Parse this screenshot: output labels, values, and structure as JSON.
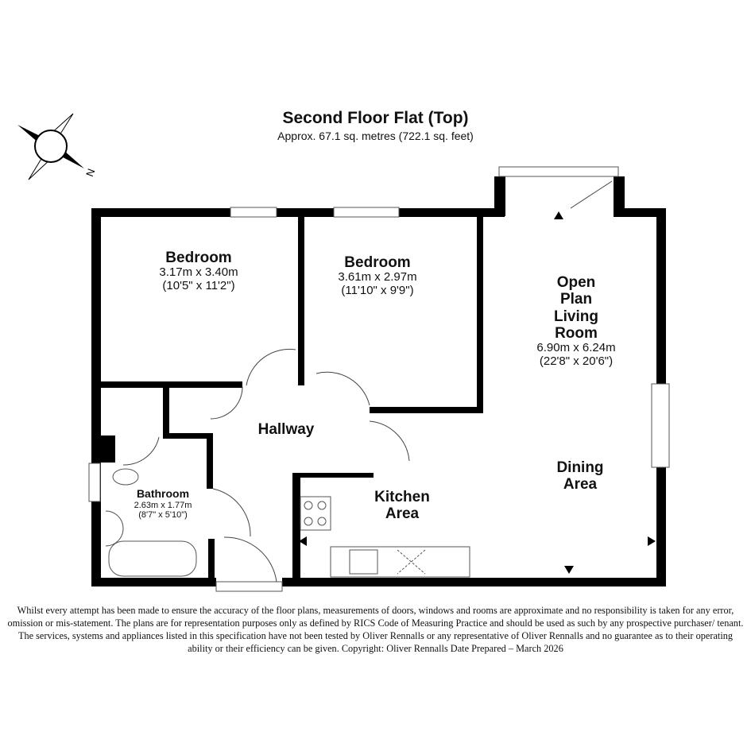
{
  "header": {
    "title": "Second Floor Flat (Top)",
    "subtitle": "Approx. 67.1 sq. metres (722.1 sq. feet)"
  },
  "compass": {
    "label": "N"
  },
  "rooms": [
    {
      "name": "Bedroom",
      "metric": "3.17m x 3.40m",
      "imperial": "(10'5\" x 11'2\")"
    },
    {
      "name": "Bedroom",
      "metric": "3.61m x 2.97m",
      "imperial": "(11'10\" x 9'9\")"
    },
    {
      "name": "Open Plan Living Room",
      "line1": "Open",
      "line2": "Plan",
      "line3": "Living",
      "line4": "Room",
      "metric": "6.90m x 6.24m",
      "imperial": "(22'8\" x 20'6\")"
    },
    {
      "name": "Hallway"
    },
    {
      "name": "Bathroom",
      "metric": "2.63m x 1.77m",
      "imperial": "(8'7\" x 5'10\")"
    },
    {
      "name": "Kitchen Area",
      "line1": "Kitchen",
      "line2": "Area"
    },
    {
      "name": "Dining Area",
      "line1": "Dining",
      "line2": "Area"
    }
  ],
  "disclaimer": "Whilst every attempt has been made to ensure the accuracy of the floor plans, measurements of doors, windows and rooms are approximate and no responsibility is taken for any error, omission or mis-statement. The plans are for representation purposes only as defined by RICS Code of Measuring Practice and should be used as such by any prospective purchaser/ tenant. The services, systems and appliances listed in this specification have not been tested by Oliver Rennalls or any representative of Oliver Rennalls and no guarantee as to their operating ability or their efficiency can be given. Copyright: Oliver Rennalls Date Prepared – March 2026"
}
